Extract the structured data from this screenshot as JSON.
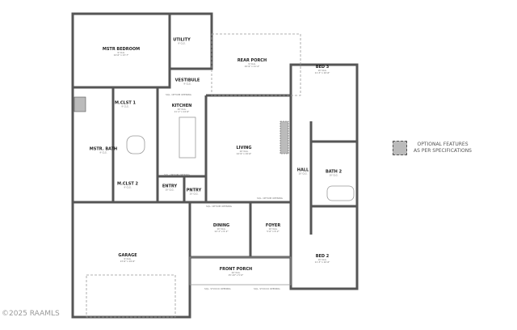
{
  "rooms": {
    "mstr_bedroom": {
      "name": "MSTR BEDROOM",
      "clg": "9' CLG.",
      "dims": "14'-6\" x 13'-7\""
    },
    "utility": {
      "name": "UTILITY",
      "clg": "9' CLG."
    },
    "vestibule": {
      "name": "VESTIBULE",
      "clg": "9' CLG."
    },
    "rear_porch": {
      "name": "REAR PORCH",
      "clg": "9' CLG.",
      "dims": "19'-9\" x 11'-2\""
    },
    "m_clst_1": {
      "name": "M.CLST 1",
      "clg": "9' CLG."
    },
    "kitchen": {
      "name": "KITCHEN",
      "clg": "10' CLG.",
      "dims": "11'-1\" x 14'-6\""
    },
    "mstr_bath": {
      "name": "MSTR. BATH",
      "clg": "9' CLG."
    },
    "living": {
      "name": "LIVING",
      "clg": "10' CLG.",
      "dims": "14'-9\" x 19'-6\""
    },
    "m_clst_2": {
      "name": "M.CLST 2",
      "clg": "9' CLG."
    },
    "entry": {
      "name": "ENTRY",
      "clg": "10' CLG."
    },
    "pntry": {
      "name": "PNTRY",
      "clg": "10' CLG."
    },
    "hall": {
      "name": "HALL",
      "clg": "10' CLG."
    },
    "bath_2": {
      "name": "BATH 2",
      "clg": "10' CLG."
    },
    "bed_3": {
      "name": "BED 3",
      "clg": "10' CLG.",
      "dims": "11'-3\" x 10'-6\""
    },
    "bed_2": {
      "name": "BED 2",
      "clg": "10' CLG.",
      "dims": "11'-3\" x 10'-6\""
    },
    "dining": {
      "name": "DINING",
      "clg": "10' CLG.",
      "dims": "12'-1\" x 9'-2\""
    },
    "foyer": {
      "name": "FOYER",
      "clg": "10' CLG.",
      "dims": "5'-6\" x 9'-2\""
    },
    "garage": {
      "name": "GARAGE",
      "clg": "9' CLG.",
      "dims": "13'-6\" x 19'-6\""
    },
    "front_porch": {
      "name": "FRONT PORCH",
      "clg": "10' CLG.",
      "dims": "15'-10\" x 5'-0\""
    }
  },
  "openings": {
    "kitchen_top": "SQL. OPTIUM OPENING",
    "kitchen_bottom": "SQL. OPTIUM OPENING",
    "dining_top": "SQL. OPTIUM OPENING",
    "living_right": "SQL. OPTIUM OPENING",
    "porch_left": "SQL. STUCCO OPENING",
    "porch_right": "SQL. STUCCO OPENING"
  },
  "legend": {
    "line1": "OPTIONAL FEATURES",
    "line2": "AS PER SPECIFICATIONS",
    "swatch_color": "#bbbbbb"
  },
  "watermark": "©2025 RAAMLS",
  "colors": {
    "wall": "#555555",
    "optional": "#bbbbbb"
  }
}
